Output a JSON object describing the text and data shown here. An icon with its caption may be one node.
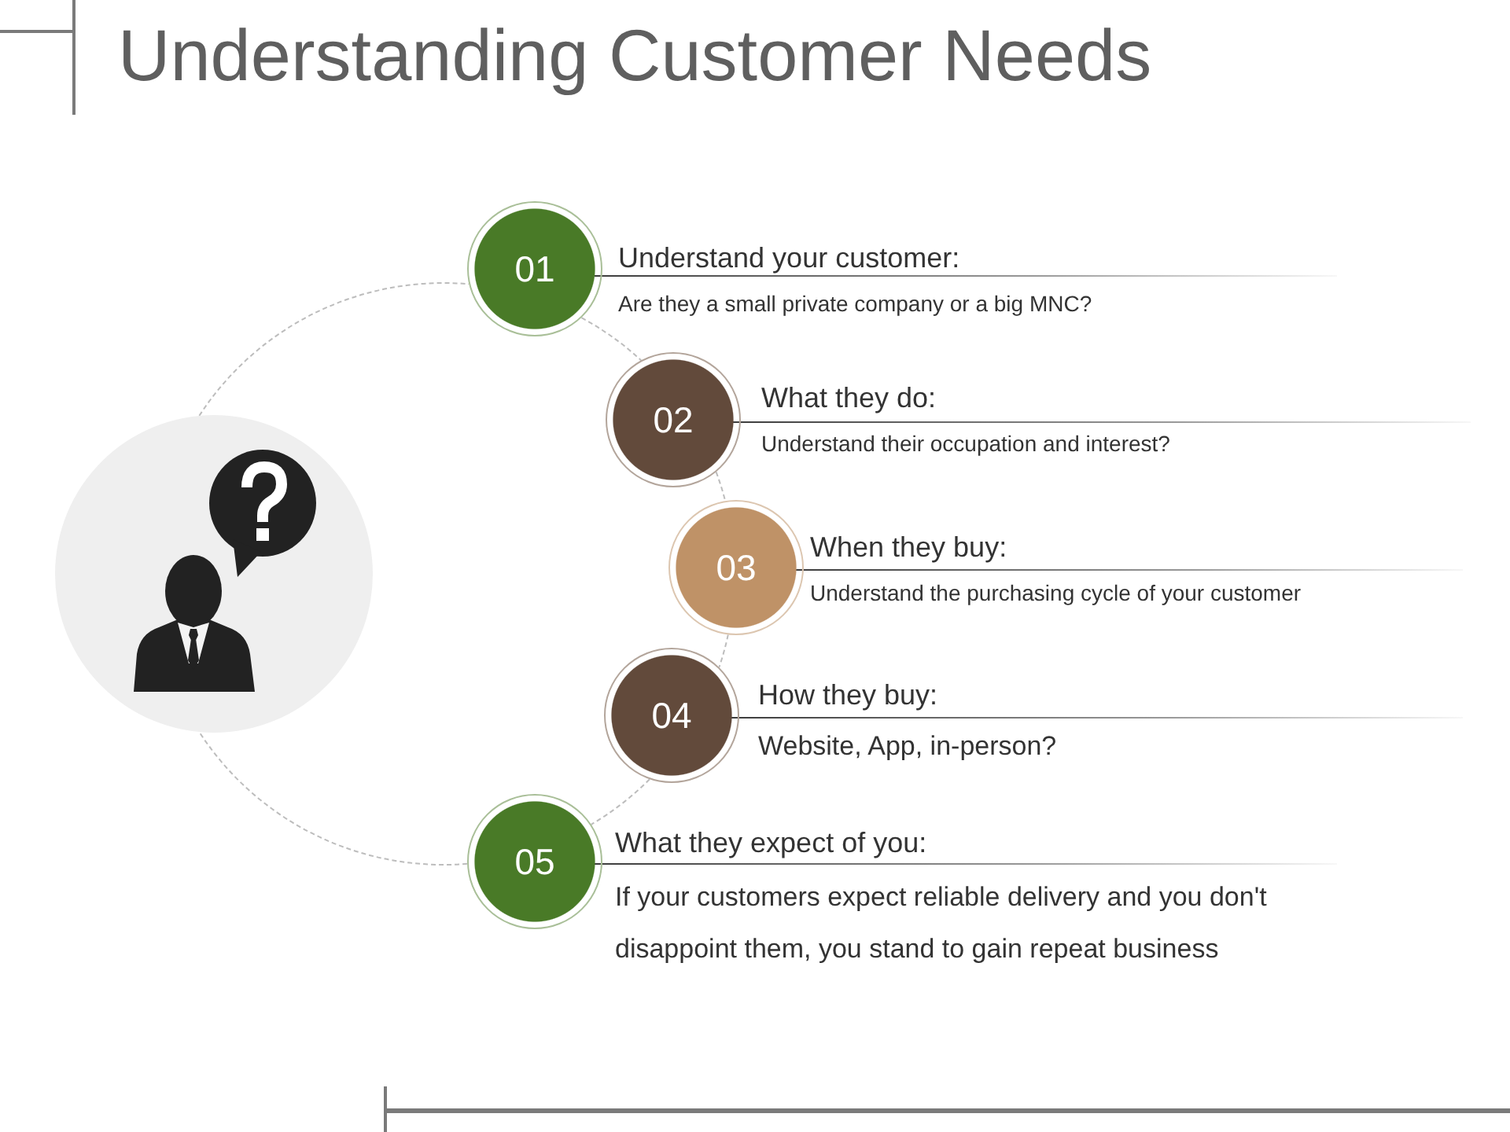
{
  "diagram": {
    "title": "Understanding Customer Needs",
    "nodes": [
      {
        "text": [],
        "shape": "picture"
      },
      {
        "text": [
          "01"
        ],
        "beside": [
          "Understand your customer:",
          "Are they a small private company or a big MNC?"
        ]
      },
      {
        "text": [
          "02"
        ],
        "beside": [
          "What they do:",
          "Understand their occupation and interest?"
        ]
      },
      {
        "text": [
          "03"
        ],
        "beside": [
          "When they buy:",
          "Understand the purchasing cycle of your customer"
        ]
      },
      {
        "text": [
          "04"
        ],
        "beside": [
          "How they buy:",
          "Website, App, in-person?"
        ]
      },
      {
        "text": [
          "05"
        ],
        "beside": [
          "What they expect of you:",
          "If your customers expect reliable delivery and you don't disappoint them, you stand to gain repeat business"
        ]
      }
    ],
    "edges": [
      {
        "from": 0,
        "to": 1,
        "arrow": "none",
        "style": "dashed"
      },
      {
        "from": 1,
        "to": 2,
        "arrow": "none",
        "style": "dashed"
      },
      {
        "from": 2,
        "to": 3,
        "arrow": "none",
        "style": "dashed"
      },
      {
        "from": 3,
        "to": 4,
        "arrow": "none",
        "style": "dashed"
      },
      {
        "from": 4,
        "to": 5,
        "arrow": "none",
        "style": "dashed"
      },
      {
        "from": 5,
        "to": 0,
        "arrow": "none",
        "style": "dashed"
      }
    ]
  }
}
